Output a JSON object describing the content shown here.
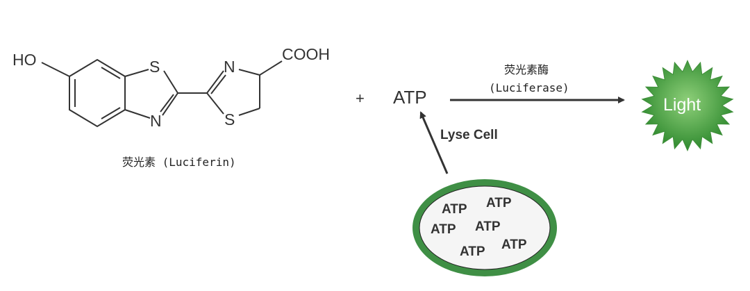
{
  "luciferin": {
    "ho": "HO",
    "s1": "S",
    "n1": "N",
    "n2": "N",
    "s2": "S",
    "cooh": "COOH",
    "caption": "荧光素 (Luciferin)"
  },
  "reaction": {
    "plus": "+",
    "atp": "ATP",
    "enzyme_cn": "荧光素酶",
    "enzyme_en": "(Luciferase)",
    "lyse_label": "Lyse Cell",
    "product": "Light"
  },
  "cell": {
    "contents": [
      "ATP",
      "ATP",
      "ATP",
      "ATP",
      "ATP",
      "ATP"
    ]
  },
  "colors": {
    "line": "#333333",
    "cell_membrane": "#4f9a55",
    "cell_fill": "#f5f5f5",
    "light_green": "#5cae4c"
  }
}
